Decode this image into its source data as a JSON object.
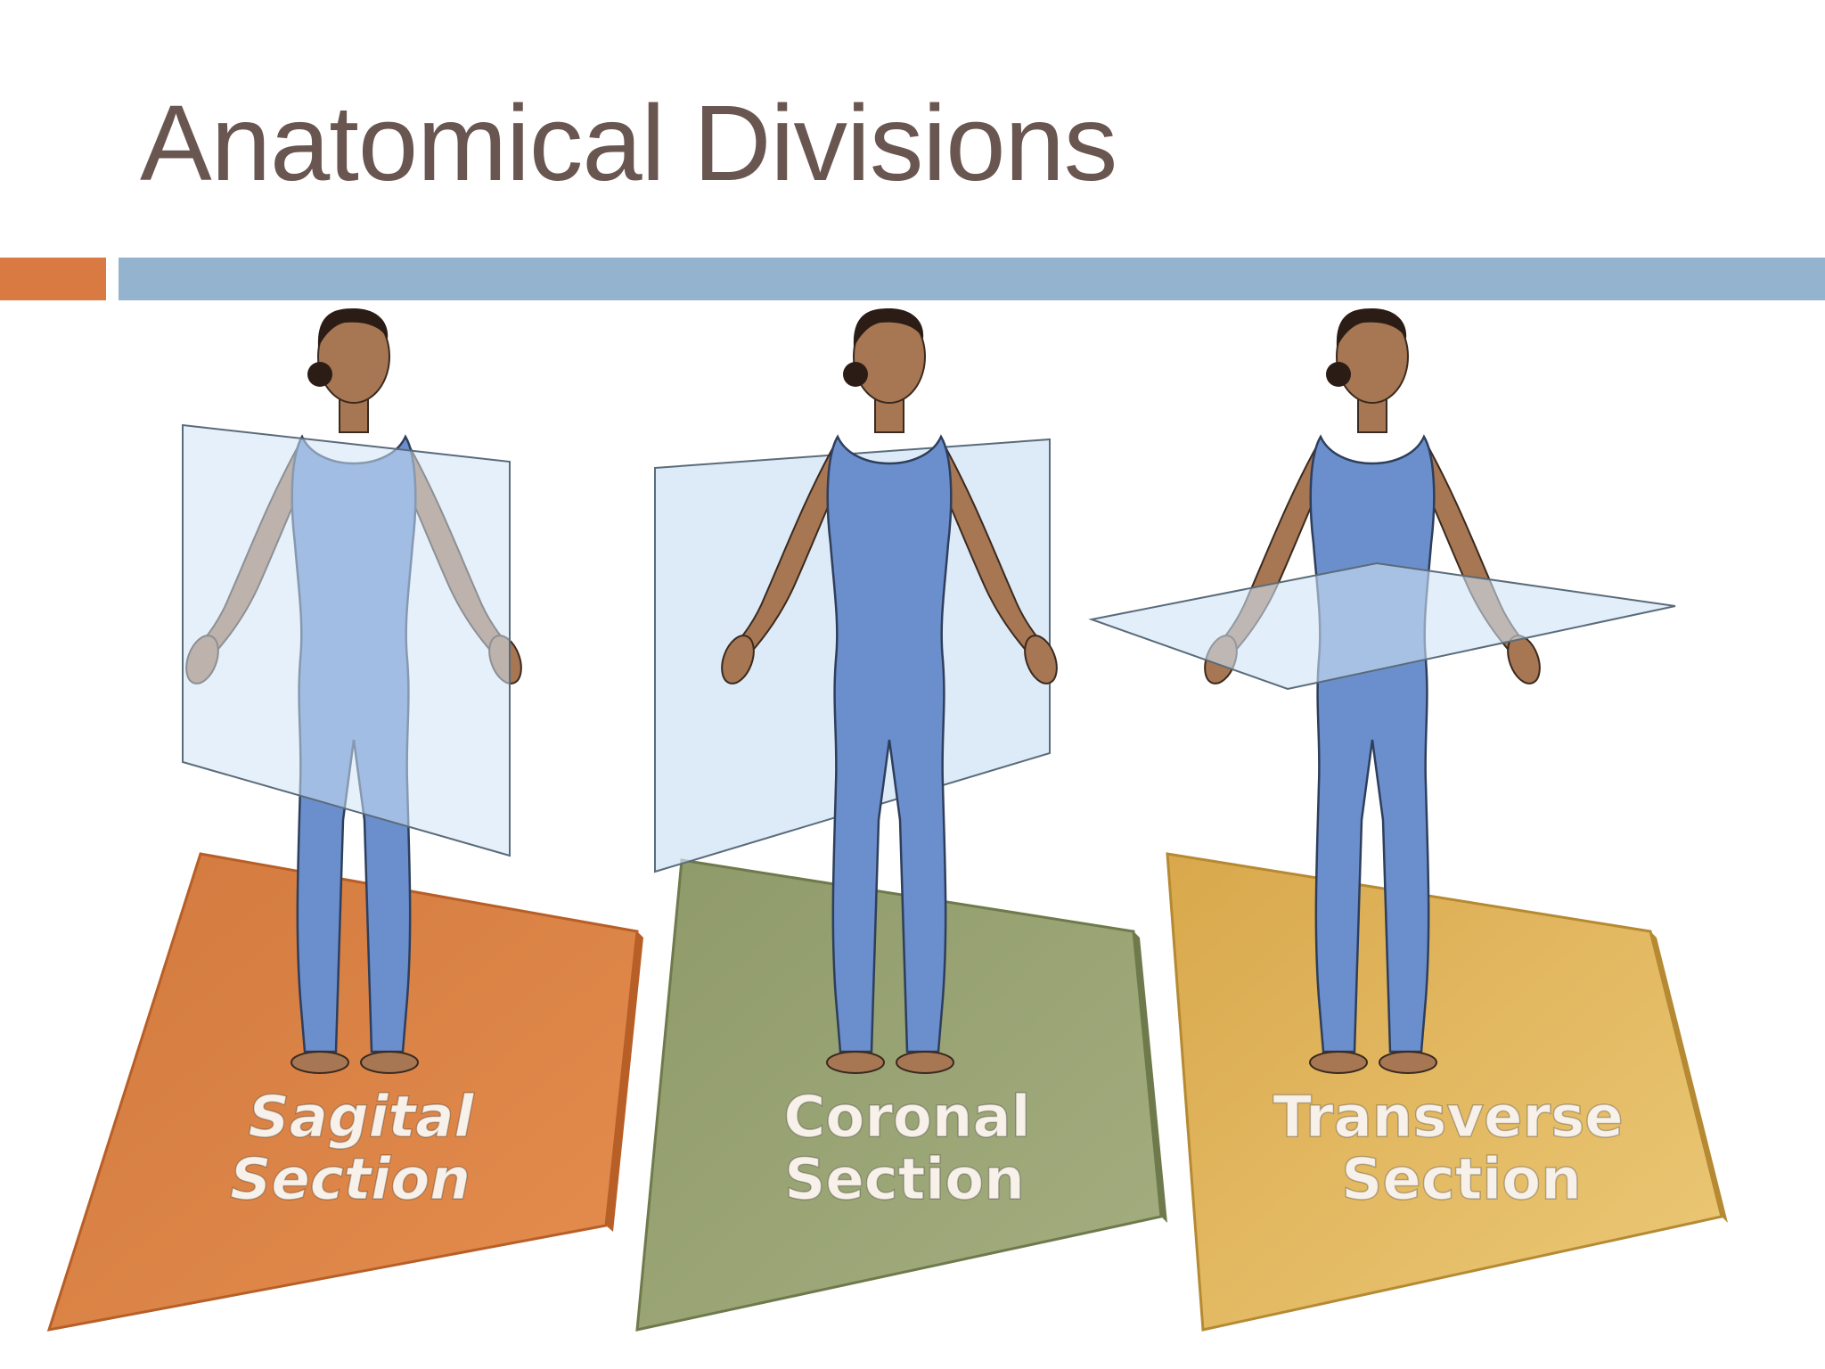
{
  "slide": {
    "title": "Anatomical Divisions",
    "accent_color": "#d97a42",
    "rule_color": "#94b3cf",
    "title_color": "#6a5650"
  },
  "panels": [
    {
      "line1": "Sagital",
      "line2": "Section",
      "color": "#d97a42",
      "plane": "sagittal",
      "label_style": "italic"
    },
    {
      "line1": "Coronal",
      "line2": "Section",
      "color": "#98a474",
      "plane": "coronal",
      "label_style": "normal"
    },
    {
      "line1": "Transverse",
      "line2": "Section",
      "color": "#e0b35c",
      "plane": "transverse",
      "label_style": "normal"
    }
  ]
}
